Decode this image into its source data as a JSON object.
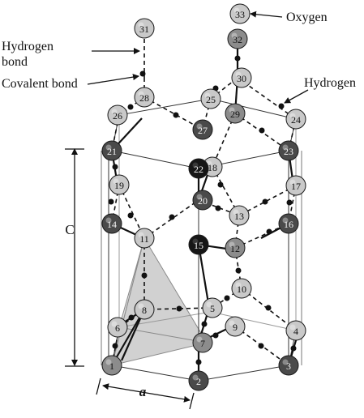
{
  "labels": {
    "hydrogen_bond": [
      "Hydrogen",
      "bond"
    ],
    "covalent_bond": "Covalent bond",
    "oxygen": "Oxygen",
    "hydrogen": "Hydrogen",
    "axis_c": "C",
    "axis_a": "a"
  },
  "colors": {
    "stroke": "#1a1a1a",
    "tetrahedron_fill": "#bdbdbd",
    "tetrahedron_edge": "#8a8a8a"
  },
  "atom_shades": {
    "light": "#c9c9c9",
    "medium": "#8c8c8c",
    "dark": "#4a4a4a",
    "black": "#161616"
  },
  "atoms": [
    {
      "n": "1",
      "shade": "medium"
    },
    {
      "n": "2",
      "shade": "dark"
    },
    {
      "n": "3",
      "shade": "dark"
    },
    {
      "n": "4",
      "shade": "light"
    },
    {
      "n": "5",
      "shade": "light"
    },
    {
      "n": "6",
      "shade": "light"
    },
    {
      "n": "7",
      "shade": "medium"
    },
    {
      "n": "8",
      "shade": "light"
    },
    {
      "n": "9",
      "shade": "light"
    },
    {
      "n": "10",
      "shade": "light"
    },
    {
      "n": "11",
      "shade": "light"
    },
    {
      "n": "12",
      "shade": "medium"
    },
    {
      "n": "13",
      "shade": "light"
    },
    {
      "n": "14",
      "shade": "dark"
    },
    {
      "n": "15",
      "shade": "black"
    },
    {
      "n": "16",
      "shade": "dark"
    },
    {
      "n": "17",
      "shade": "light"
    },
    {
      "n": "18",
      "shade": "light"
    },
    {
      "n": "19",
      "shade": "light"
    },
    {
      "n": "20",
      "shade": "dark"
    },
    {
      "n": "21",
      "shade": "dark"
    },
    {
      "n": "22",
      "shade": "black"
    },
    {
      "n": "23",
      "shade": "dark"
    },
    {
      "n": "24",
      "shade": "light"
    },
    {
      "n": "25",
      "shade": "light"
    },
    {
      "n": "26",
      "shade": "light"
    },
    {
      "n": "27",
      "shade": "dark"
    },
    {
      "n": "28",
      "shade": "light"
    },
    {
      "n": "29",
      "shade": "medium"
    },
    {
      "n": "30",
      "shade": "light"
    },
    {
      "n": "31",
      "shade": "light"
    },
    {
      "n": "32",
      "shade": "medium"
    },
    {
      "n": "33",
      "shade": "light"
    }
  ]
}
